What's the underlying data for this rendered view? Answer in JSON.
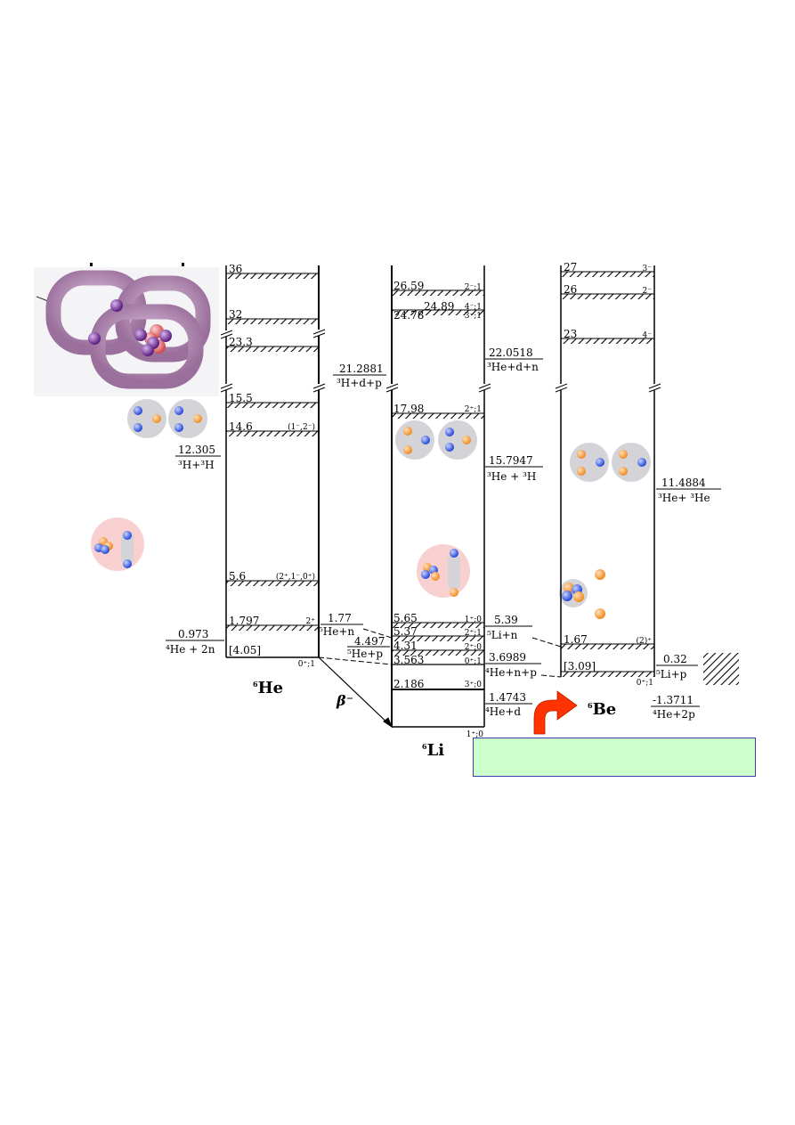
{
  "nuclei": {
    "he6": {
      "name": "He",
      "mass": "6",
      "levels": [
        {
          "e": "36",
          "spin": ""
        },
        {
          "e": "32",
          "spin": ""
        },
        {
          "e": "23.3",
          "spin": ""
        },
        {
          "e": "15.5",
          "spin": ""
        },
        {
          "e": "14.6",
          "spin": "(1⁻,2⁻)"
        },
        {
          "e": "5.6",
          "spin": "(2⁺,1⁻,0⁺)"
        },
        {
          "e": "1.797",
          "spin": "2⁺"
        },
        {
          "e": "[4.05]",
          "spin": ""
        }
      ],
      "ground_spin": "0⁺;1",
      "thresholds": [
        {
          "value": "12.305",
          "channel": "³H+³H"
        },
        {
          "value": "0.973",
          "channel": "⁴He + 2n"
        }
      ]
    },
    "li6": {
      "name": "Li",
      "mass": "6",
      "levels": [
        {
          "e": "26.59",
          "spin": "2⁻;1"
        },
        {
          "e": "24.89",
          "spin": "4⁻;1"
        },
        {
          "e": "24.78",
          "spin": "3⁻;1"
        },
        {
          "e": "17.98",
          "spin": "2⁺;1"
        },
        {
          "e": "5.65",
          "spin": "1⁺;0"
        },
        {
          "e": "5.37",
          "spin": "2⁺;1"
        },
        {
          "e": "4.31",
          "spin": "2⁺;0"
        },
        {
          "e": "3.563",
          "spin": "0⁺;1"
        },
        {
          "e": "2.186",
          "spin": "3⁺;0"
        }
      ],
      "ground_spin": "1⁺;0",
      "thresholds_left": [
        {
          "value": "21.2881",
          "channel": "³H+d+p"
        },
        {
          "value": "1.77",
          "channel": "⁵He+n"
        },
        {
          "value": "4.497",
          "channel": "⁵He+p"
        }
      ],
      "thresholds_right": [
        {
          "value": "22.0518",
          "channel": "³He+d+n"
        },
        {
          "value": "15.7947",
          "channel": "³He + ³H"
        },
        {
          "value": "5.39",
          "channel": "⁵Li+n"
        },
        {
          "value": "3.6989",
          "channel": "⁴He+n+p"
        },
        {
          "value": "1.4743",
          "channel": "⁴He+d"
        }
      ]
    },
    "be6": {
      "name": "Be",
      "mass": "6",
      "levels": [
        {
          "e": "27",
          "spin": "3⁻"
        },
        {
          "e": "26",
          "spin": "2⁻"
        },
        {
          "e": "23",
          "spin": "4⁻"
        },
        {
          "e": "1.67",
          "spin": "(2)⁺"
        },
        {
          "e": "[3.09]",
          "spin": ""
        }
      ],
      "ground_spin": "0⁺;1",
      "thresholds": [
        {
          "value": "11.4884",
          "channel": "³He+ ³He"
        },
        {
          "value": "0.32",
          "channel": "⁵Li+p"
        },
        {
          "value": "-1.3711",
          "channel": "⁴He+2p"
        }
      ]
    }
  },
  "beta_label": "β⁻",
  "colors": {
    "proton": "#f39a3c",
    "neutron": "#3a5fe0",
    "cluster_bg": "#d3d3d8",
    "halo_bg": "#f8d0d0",
    "legend_bg": "#ccffcc",
    "arrow": "#ff3300",
    "torus": "#b58ab6"
  },
  "icons": [
    "torus-model-icon",
    "nucleon-cluster-icon",
    "curved-arrow-icon",
    "hatch-legend-icon"
  ]
}
